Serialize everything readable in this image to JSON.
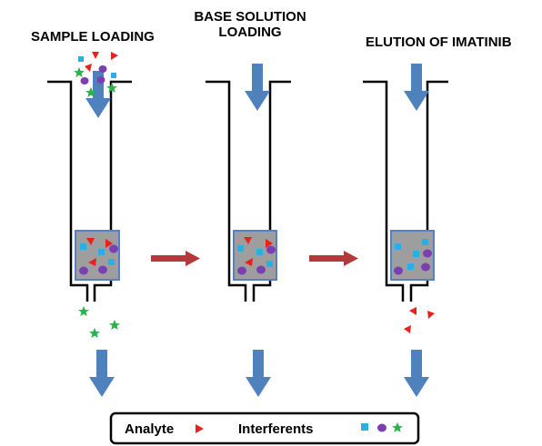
{
  "stages": [
    {
      "id": "sample",
      "title": "SAMPLE LOADING"
    },
    {
      "id": "base",
      "title_line1": "BASE SOLUTION",
      "title_line2": "LOADING"
    },
    {
      "id": "elution",
      "title": "ELUTION OF IMATINIB"
    }
  ],
  "legend": {
    "analyte_label": "Analyte",
    "interferents_label": "Interferents"
  },
  "colors": {
    "flow_arrow": "#4f81bd",
    "transfer_arrow": "#b33a3a",
    "analyte": "#e8201e",
    "interferent_square": "#2aaee6",
    "interferent_circle": "#7a3fb0",
    "interferent_star": "#2bb24c",
    "sorbent": "#9e9e9e",
    "sorbent_border": "#5a7fc0"
  },
  "icons": [
    "down-arrow-icon",
    "right-arrow-icon",
    "triangle-icon",
    "square-icon",
    "circle-icon",
    "star-icon"
  ]
}
